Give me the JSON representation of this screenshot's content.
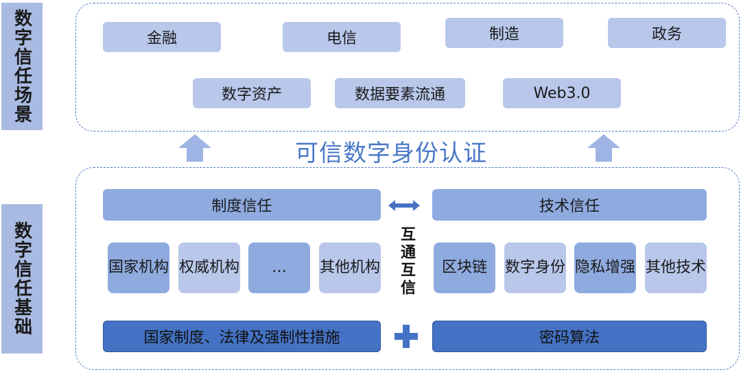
{
  "side_labels": {
    "scenarios": "数字信任场景",
    "foundation": "数字信任基础"
  },
  "scenarios": {
    "row1": [
      "金融",
      "电信",
      "制造",
      "政务"
    ],
    "row2": [
      "数字资产",
      "数据要素流通",
      "Web3.0"
    ]
  },
  "center_title": "可信数字身份认证",
  "foundation": {
    "institutional": {
      "header": "制度信任",
      "items": [
        "国家机构",
        "权威机构",
        "…",
        "其他机构"
      ],
      "base": "国家制度、法律及强制性措施"
    },
    "technical": {
      "header": "技术信任",
      "items": [
        "区块链",
        "数字身份",
        "隐私增强",
        "其他技术"
      ],
      "base": "密码算法"
    },
    "link_label": "互通互信",
    "plus_symbol": "+"
  },
  "colors": {
    "side_bg": "#a9bbe2",
    "light_box": "#b8c7ea",
    "mid_box": "#8eaadf",
    "dark_box": "#4472c4",
    "accent": "#4a78c8"
  }
}
